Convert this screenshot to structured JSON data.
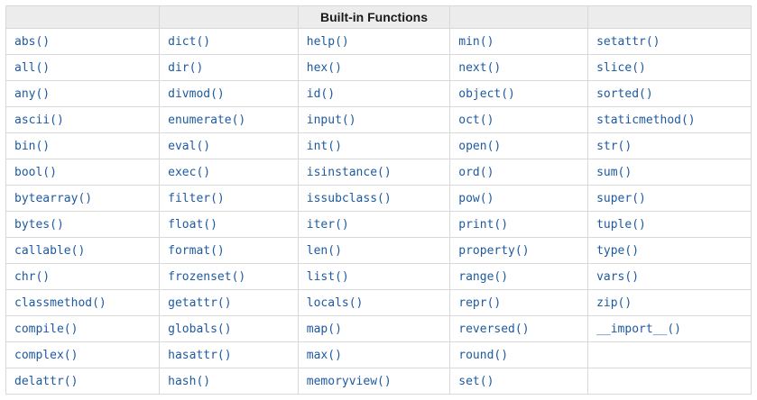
{
  "header": {
    "title": "Built-in Functions"
  },
  "colors": {
    "link": "#1e5aa0",
    "header_bg": "#ececec",
    "border": "#d8d8d8",
    "header_text": "#1a1a1a"
  },
  "rows": [
    [
      "abs()",
      "dict()",
      "help()",
      "min()",
      "setattr()"
    ],
    [
      "all()",
      "dir()",
      "hex()",
      "next()",
      "slice()"
    ],
    [
      "any()",
      "divmod()",
      "id()",
      "object()",
      "sorted()"
    ],
    [
      "ascii()",
      "enumerate()",
      "input()",
      "oct()",
      "staticmethod()"
    ],
    [
      "bin()",
      "eval()",
      "int()",
      "open()",
      "str()"
    ],
    [
      "bool()",
      "exec()",
      "isinstance()",
      "ord()",
      "sum()"
    ],
    [
      "bytearray()",
      "filter()",
      "issubclass()",
      "pow()",
      "super()"
    ],
    [
      "bytes()",
      "float()",
      "iter()",
      "print()",
      "tuple()"
    ],
    [
      "callable()",
      "format()",
      "len()",
      "property()",
      "type()"
    ],
    [
      "chr()",
      "frozenset()",
      "list()",
      "range()",
      "vars()"
    ],
    [
      "classmethod()",
      "getattr()",
      "locals()",
      "repr()",
      "zip()"
    ],
    [
      "compile()",
      "globals()",
      "map()",
      "reversed()",
      "__import__()"
    ],
    [
      "complex()",
      "hasattr()",
      "max()",
      "round()",
      ""
    ],
    [
      "delattr()",
      "hash()",
      "memoryview()",
      "set()",
      ""
    ]
  ]
}
